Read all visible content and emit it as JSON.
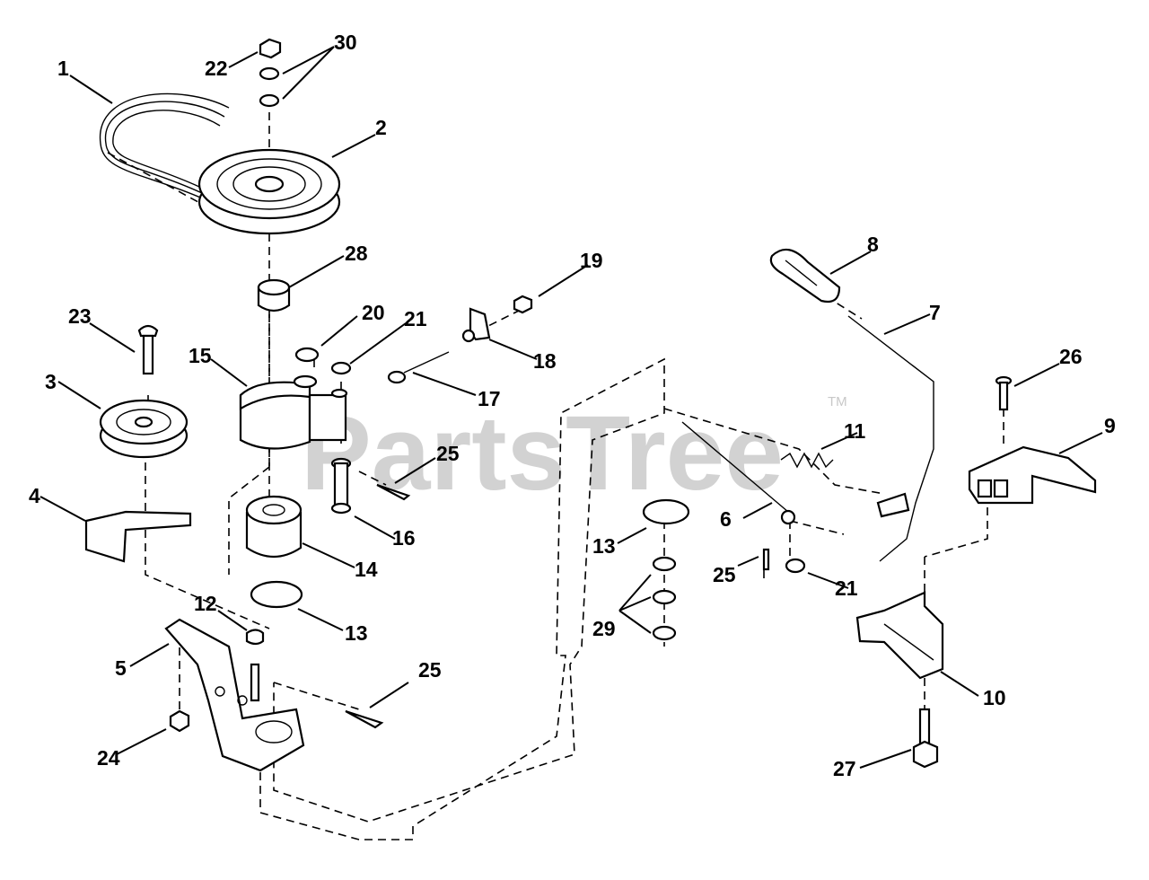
{
  "watermark": {
    "text": "PartsTree",
    "trademark": "TM"
  },
  "callouts": {
    "c1": "1",
    "c2": "2",
    "c3": "3",
    "c4": "4",
    "c5": "5",
    "c6": "6",
    "c7": "7",
    "c8": "8",
    "c9": "9",
    "c10": "10",
    "c11": "11",
    "c12": "12",
    "c13a": "13",
    "c13b": "13",
    "c14": "14",
    "c15": "15",
    "c16": "16",
    "c17": "17",
    "c18": "18",
    "c19": "19",
    "c20": "20",
    "c21a": "21",
    "c21b": "21",
    "c22": "22",
    "c23": "23",
    "c24": "24",
    "c25a": "25",
    "c25b": "25",
    "c25c": "25",
    "c26": "26",
    "c27": "27",
    "c28": "28",
    "c29": "29",
    "c30": "30"
  }
}
